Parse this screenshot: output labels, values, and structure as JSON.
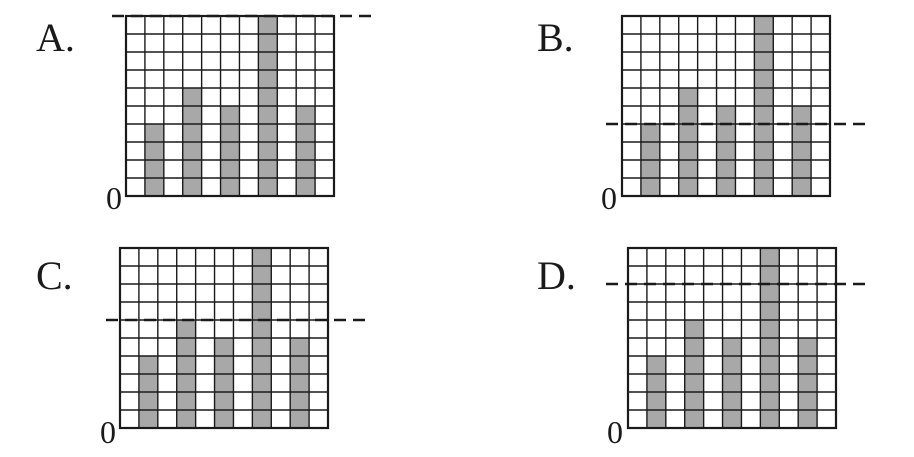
{
  "options": [
    {
      "label": "A.",
      "origin": "0",
      "chart_index": 0
    },
    {
      "label": "B.",
      "origin": "0",
      "chart_index": 1
    },
    {
      "label": "C.",
      "origin": "0",
      "chart_index": 2
    },
    {
      "label": "D.",
      "origin": "0",
      "chart_index": 3
    }
  ],
  "colors": {
    "bar": "#a8a8a8",
    "grid": "#1a1a1a",
    "reference": "#1a1a1a"
  },
  "chart_data": [
    {
      "type": "bar",
      "option": "A.",
      "values": [
        4,
        6,
        5,
        10,
        5
      ],
      "ylim": [
        0,
        10
      ],
      "grid": true,
      "reference_line": 10
    },
    {
      "type": "bar",
      "option": "B.",
      "values": [
        4,
        6,
        5,
        10,
        5
      ],
      "ylim": [
        0,
        10
      ],
      "grid": true,
      "reference_line": 4
    },
    {
      "type": "bar",
      "option": "C.",
      "values": [
        4,
        6,
        5,
        10,
        5
      ],
      "ylim": [
        0,
        10
      ],
      "grid": true,
      "reference_line": 6
    },
    {
      "type": "bar",
      "option": "D.",
      "values": [
        4,
        6,
        5,
        10,
        5
      ],
      "ylim": [
        0,
        10
      ],
      "grid": true,
      "reference_line": 8
    }
  ]
}
